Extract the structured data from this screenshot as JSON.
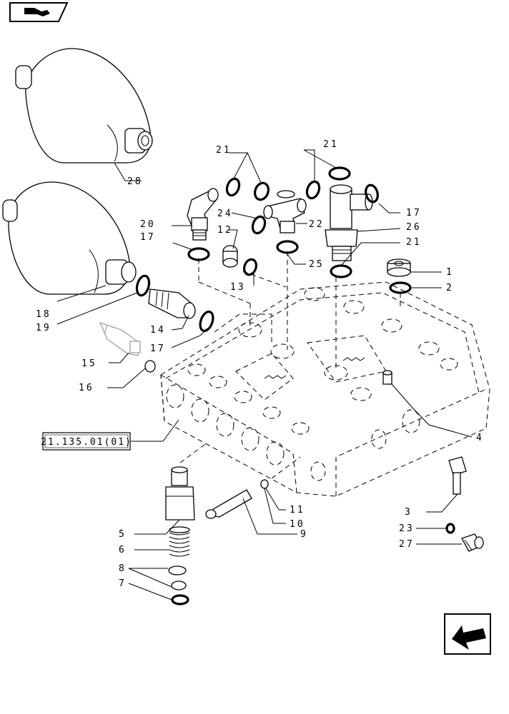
{
  "header": {
    "book_icon": "book-icon"
  },
  "footer": {
    "nav_icon": "arrow-back-icon"
  },
  "reference_box": {
    "text": "21.135.01(01)"
  },
  "callouts": {
    "c1": "1",
    "c2": "2",
    "c3": "3",
    "c4": "4",
    "c5": "5",
    "c6": "6",
    "c7": "7",
    "c8": "8",
    "c9": "9",
    "c10": "10",
    "c11": "11",
    "c12": "12",
    "c13": "13",
    "c14": "14",
    "c15": "15",
    "c16": "16",
    "c17a": "17",
    "c17b": "17",
    "c17c": "17",
    "c18": "18",
    "c19": "19",
    "c20": "20",
    "c21a": "21",
    "c21b": "21",
    "c21c": "21",
    "c22": "22",
    "c23": "23",
    "c24": "24",
    "c25": "25",
    "c26": "26",
    "c27": "27",
    "c28": "28"
  }
}
